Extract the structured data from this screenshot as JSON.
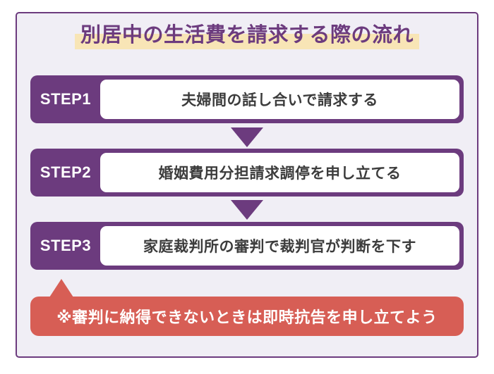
{
  "title": "別居中の生活費を請求する際の流れ",
  "steps": [
    {
      "label": "STEP1",
      "text": "夫婦間の話し合いで請求する"
    },
    {
      "label": "STEP2",
      "text": "婚姻費用分担請求調停を申し立てる"
    },
    {
      "label": "STEP3",
      "text": "家庭裁判所の審判で裁判官が判断を下す"
    }
  ],
  "note": "※審判に納得できないときは即時抗告を申し立てよう",
  "icons": {
    "step_arrow": "triangle-down",
    "note_pointer": "triangle-up"
  },
  "colors": {
    "purple": "#6C3B7E",
    "background": "#F0EEF5",
    "highlight": "#F8E5B6",
    "note_red": "#D75E55",
    "step_text": "#3C3C3C",
    "white": "#FFFFFF"
  }
}
